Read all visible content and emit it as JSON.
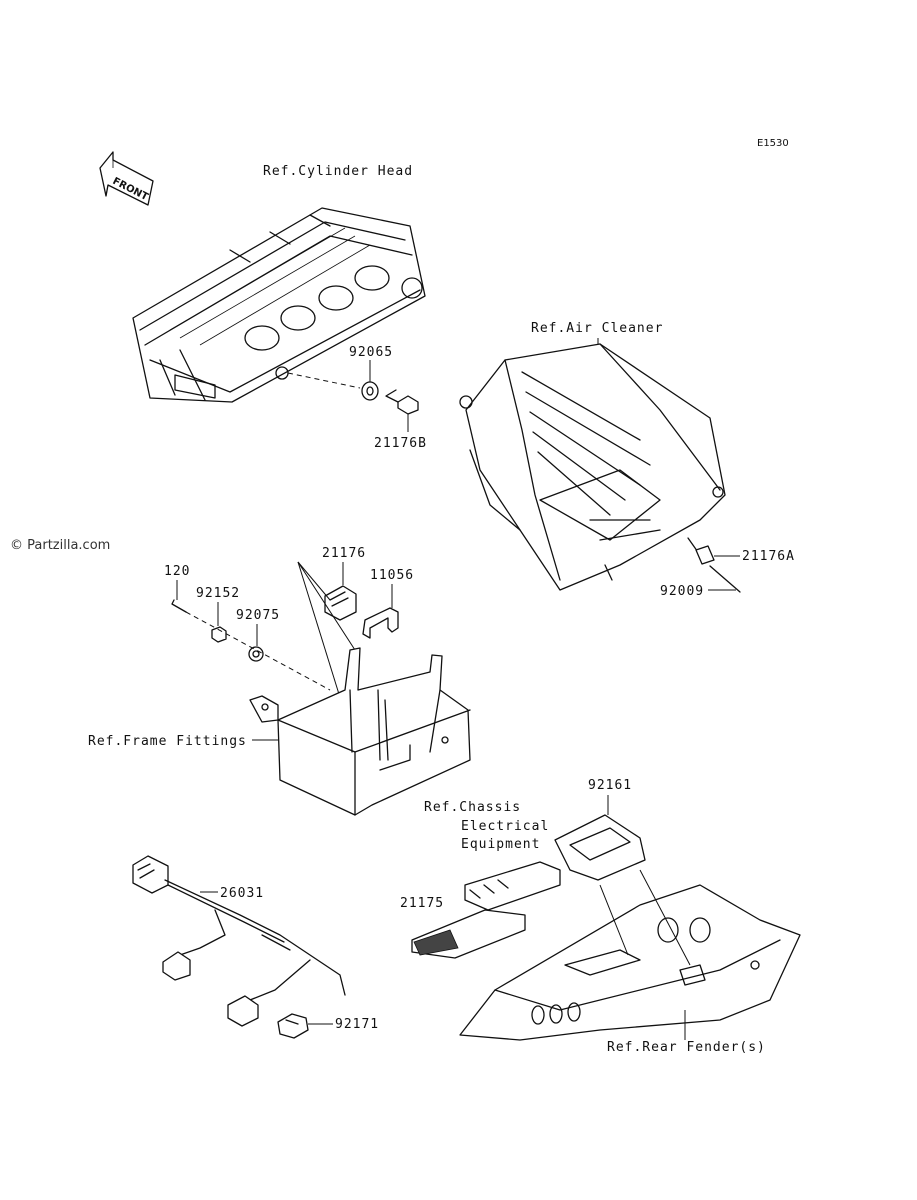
{
  "diagram_code": "E1530",
  "front_label": "FRONT",
  "watermark": "© Partzilla.com",
  "labels": {
    "ref_cylinder_head": "Ref.Cylinder Head",
    "ref_air_cleaner": "Ref.Air Cleaner",
    "ref_frame_fittings": "Ref.Frame Fittings",
    "ref_chassis_line1": "Ref.Chassis",
    "ref_chassis_line2": "Electrical",
    "ref_chassis_line3": "Equipment",
    "ref_rear_fender": "Ref.Rear Fender(s)"
  },
  "parts": {
    "p92065": "92065",
    "p21176B": "21176B",
    "p21176A": "21176A",
    "p92009": "92009",
    "p21176": "21176",
    "p11056": "11056",
    "p120": "120",
    "p92152": "92152",
    "p92075": "92075",
    "p92161": "92161",
    "p21175": "21175",
    "p26031": "26031",
    "p92171": "92171"
  }
}
